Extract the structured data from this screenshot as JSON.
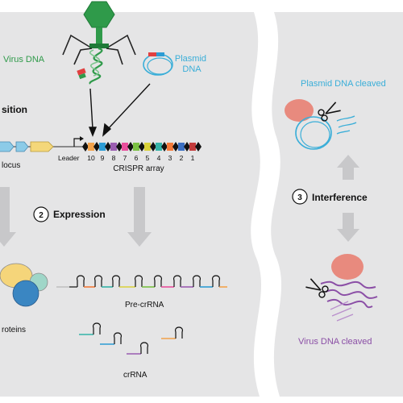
{
  "labels": {
    "virus_dna": "Virus DNA",
    "plasmid_dna_line1": "Plasmid",
    "plasmid_dna_line2": "DNA",
    "step1_partial": "sition",
    "locus_partial": "locus",
    "leader": "Leader",
    "spacer_numbers": [
      "10",
      "9",
      "8",
      "7",
      "6",
      "5",
      "4",
      "3",
      "2",
      "1"
    ],
    "crispr_array": "CRISPR array",
    "step2_number": "2",
    "step2_title": "Expression",
    "pre_crrna": "Pre-crRNA",
    "crrna": "crRNA",
    "proteins_partial": "roteins",
    "step3_number": "3",
    "step3_title": "Interference",
    "plasmid_cleaved": "Plasmid DNA cleaved",
    "virus_cleaved": "Virus DNA cleaved"
  },
  "colors": {
    "background_panel": "#e5e5e6",
    "virus_green": "#2f9a4a",
    "plasmid_blue": "#3aaed8",
    "virus_purple": "#8b4fa6",
    "protein_salmon": "#e88a7e",
    "arrow_gray": "#b9b9bb",
    "spacer_colors": [
      "#f2a24a",
      "#2c9cd4",
      "#9a5db0",
      "#e84f9c",
      "#7bc143",
      "#d9d13a",
      "#35b3a8",
      "#f47a3a",
      "#3b6fc2",
      "#c23b3b"
    ]
  },
  "icons": [
    "phage-icon",
    "plasmid-icon",
    "scissors-icon",
    "cas-protein-icon",
    "hairpin-rna-icon"
  ]
}
